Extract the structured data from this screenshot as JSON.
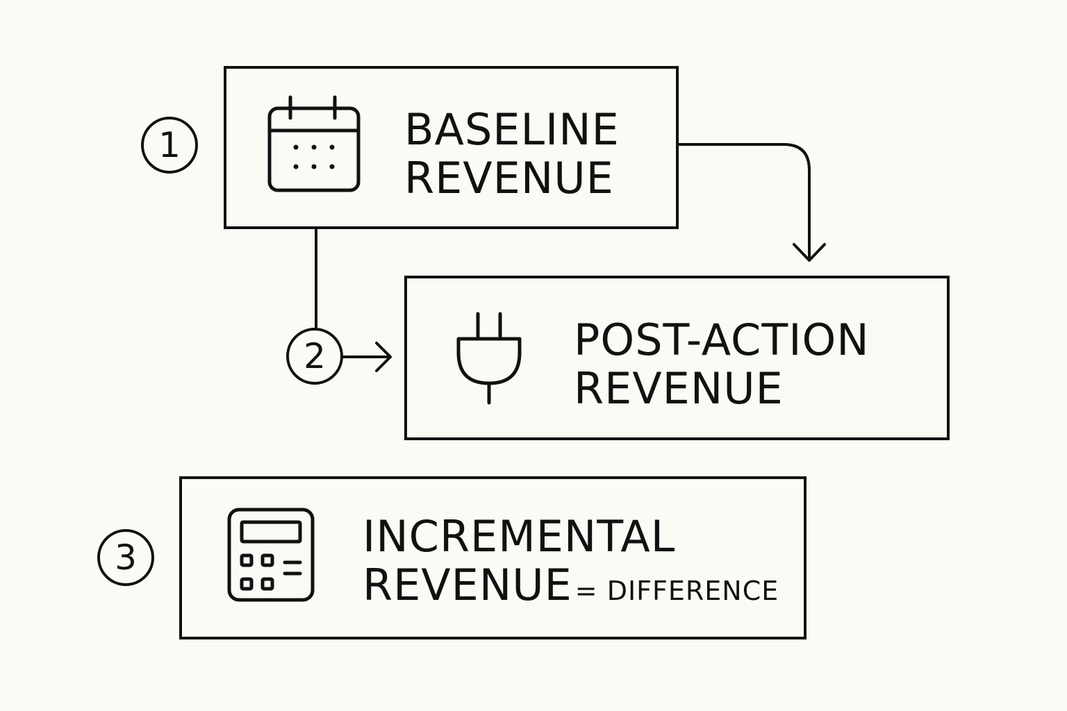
{
  "steps": {
    "baseline": {
      "number": "1",
      "line1": "BASELINE",
      "line2": "REVENUE",
      "icon": "calendar-icon"
    },
    "post_action": {
      "number": "2",
      "line1": "POST-ACTION",
      "line2": "REVENUE",
      "icon": "plug-icon"
    },
    "incremental": {
      "number": "3",
      "line1": "INCREMENTAL",
      "line2": "REVENUE",
      "suffix": "= DIFFERENCE",
      "icon": "calculator-icon"
    }
  },
  "colors": {
    "background": "#fbfaf5",
    "ink": "#111111"
  }
}
